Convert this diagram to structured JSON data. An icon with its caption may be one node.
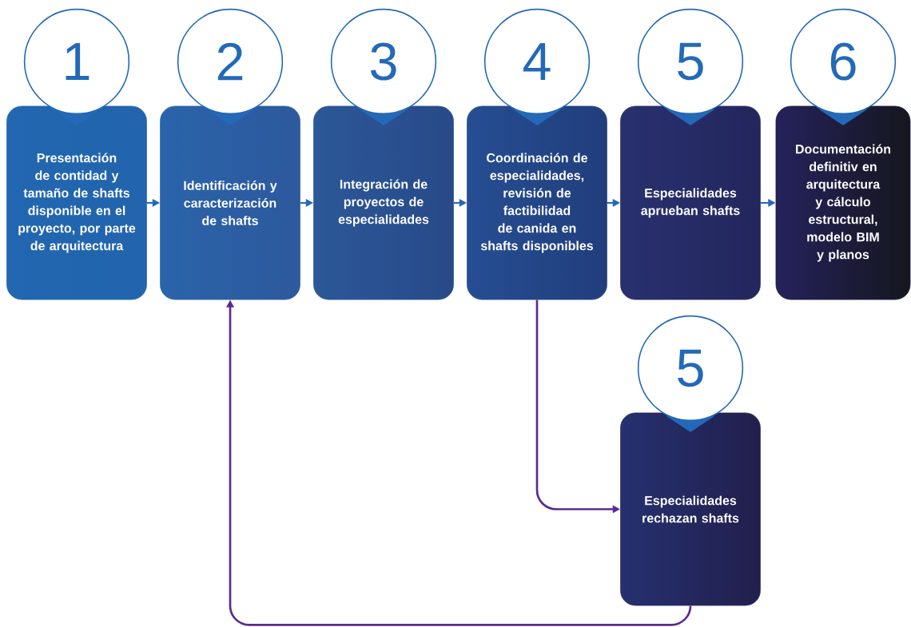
{
  "diagram": {
    "nodes": [
      {
        "text": [
          "1"
        ]
      },
      {
        "text": [
          "Presentación de contidad y tamaño de shafts disponible en el proyecto, por parte de arquitectura"
        ]
      },
      {
        "text": [
          "2"
        ]
      },
      {
        "text": [
          "Identificación y caracterización de shafts"
        ]
      },
      {
        "text": [
          "3"
        ]
      },
      {
        "text": [
          "Integración de proyectos de especialidades"
        ]
      },
      {
        "text": [
          "4"
        ]
      },
      {
        "text": [
          "Coordinación de especialidades, revisión de factibilidad de canida en shafts disponibles"
        ]
      },
      {
        "text": [
          "5"
        ]
      },
      {
        "text": [
          "Especialidades aprueban shafts"
        ]
      },
      {
        "text": [
          "6"
        ]
      },
      {
        "text": [
          "Documentación definitiv en arquitectura y cálculo estructural, modelo BIM y planos"
        ]
      },
      {
        "text": [
          "5"
        ]
      },
      {
        "text": [
          "Especialidades rechazan shafts"
        ]
      }
    ],
    "edges": [
      {
        "from": 1,
        "to": 3,
        "arrow": "to"
      },
      {
        "from": 3,
        "to": 5,
        "arrow": "to"
      },
      {
        "from": 5,
        "to": 7,
        "arrow": "to"
      },
      {
        "from": 7,
        "to": 9,
        "arrow": "to"
      },
      {
        "from": 9,
        "to": 11,
        "arrow": "to"
      },
      {
        "from": 7,
        "to": 13,
        "arrow": "to",
        "color": "#5b2a8e"
      },
      {
        "from": 13,
        "to": 3,
        "arrow": "to",
        "color": "#5b2a8e"
      }
    ]
  }
}
